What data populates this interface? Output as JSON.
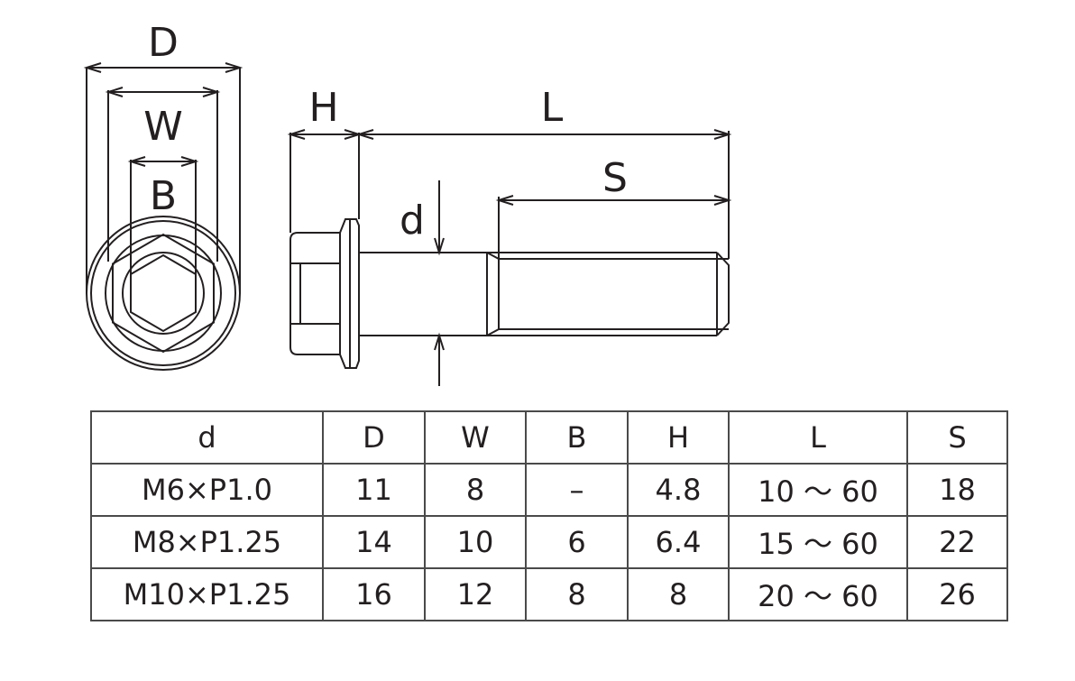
{
  "labels": {
    "D": "D",
    "W": "W",
    "B": "B",
    "H": "H",
    "L": "L",
    "S": "S",
    "d": "d"
  },
  "table": {
    "headers": [
      "d",
      "D",
      "W",
      "B",
      "H",
      "L",
      "S"
    ],
    "rows": [
      [
        "M6×P1.0",
        "11",
        "8",
        "–",
        "4.8",
        "10 ～ 60",
        "18"
      ],
      [
        "M8×P1.25",
        "14",
        "10",
        "6",
        "6.4",
        "15 ～ 60",
        "22"
      ],
      [
        "M10×P1.25",
        "16",
        "12",
        "8",
        "8",
        "20 ～ 60",
        "26"
      ]
    ]
  },
  "colors": {
    "line": "#231f20",
    "table_border": "#4a4a4a"
  }
}
